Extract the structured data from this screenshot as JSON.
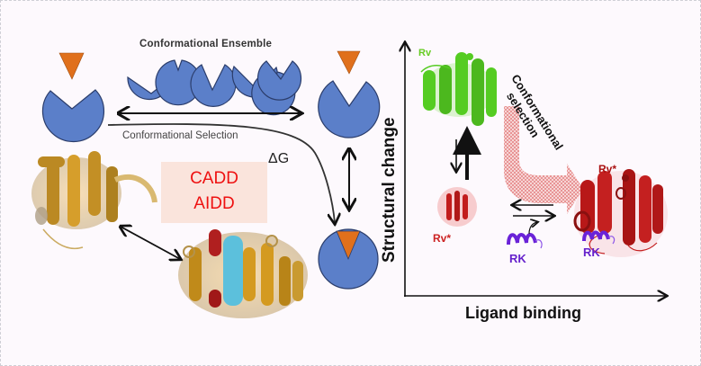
{
  "left_panel": {
    "ensemble_title": "Conformational Ensemble",
    "selection_label": "Conformational Selection",
    "delta_g_label": "ΔG",
    "method_box": {
      "line1": "CADD",
      "line2": "AIDD"
    }
  },
  "right_panel": {
    "y_axis_title": "Structural change",
    "x_axis_title": "Ligand binding",
    "pathway_label_line1": "Conformational",
    "pathway_label_line2": "selection",
    "labels": {
      "rv_inactive": "Rv",
      "rv_active_left": "Rv*",
      "rv_active_right": "Rv*",
      "rk_free": "RK",
      "rk_bound": "RK"
    }
  },
  "colors": {
    "receptor_blue": "#5b7fc9",
    "ligand_orange": "#e0701c",
    "protein_gold": "#c8941e",
    "protein_green": "#55cc22",
    "protein_red": "#bb1a1a",
    "ligand_purple": "#6a22d8",
    "highlight_text_red": "#ee1111",
    "box_bg": "#fae4dc"
  }
}
